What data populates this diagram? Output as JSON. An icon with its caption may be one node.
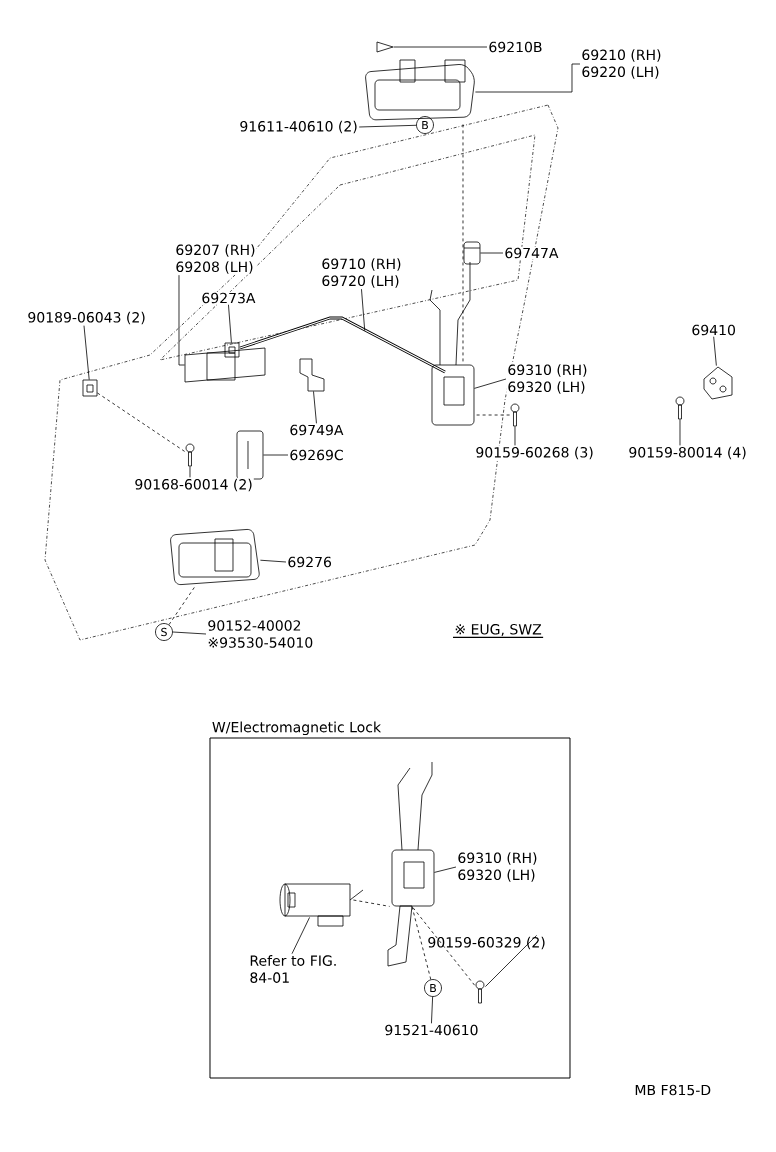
{
  "diagram": {
    "nodes": [
      {
        "text": [
          "69210B"
        ]
      },
      {
        "text": [],
        "shape": "picture"
      },
      {
        "text": [
          "69210 (RH)",
          "69220 (LH)"
        ]
      },
      {
        "text": [],
        "shape": "picture"
      },
      {
        "text": [
          "91611-40610 (2)"
        ]
      },
      {
        "text": [
          "B"
        ]
      },
      {
        "text": [
          "69207 (RH)",
          "69208 (LH)"
        ]
      },
      {
        "text": [],
        "shape": "picture"
      },
      {
        "text": [
          "69273A"
        ]
      },
      {
        "text": [],
        "shape": "picture"
      },
      {
        "text": [
          "69710 (RH)",
          "69720 (LH)"
        ]
      },
      {
        "text": [],
        "shape": "picture"
      },
      {
        "text": [
          "69747A"
        ]
      },
      {
        "text": [],
        "shape": "picture"
      },
      {
        "text": [
          "90189-06043 (2)"
        ]
      },
      {
        "text": [],
        "shape": "picture"
      },
      {
        "text": [
          "69749A"
        ]
      },
      {
        "text": [],
        "shape": "picture"
      },
      {
        "text": [
          "69269C"
        ]
      },
      {
        "text": [],
        "shape": "picture"
      },
      {
        "text": [
          "90168-60014 (2)"
        ]
      },
      {
        "text": [],
        "shape": "picture"
      },
      {
        "text": [
          "69310 (RH)",
          "69320 (LH)"
        ]
      },
      {
        "text": [],
        "shape": "picture"
      },
      {
        "text": [
          "90159-60268 (3)"
        ]
      },
      {
        "text": [],
        "shape": "picture"
      },
      {
        "text": [
          "69410"
        ]
      },
      {
        "text": [],
        "shape": "picture"
      },
      {
        "text": [
          "90159-80014 (4)"
        ]
      },
      {
        "text": [],
        "shape": "picture"
      },
      {
        "text": [
          "69276"
        ]
      },
      {
        "text": [],
        "shape": "picture"
      },
      {
        "text": [
          "S"
        ]
      },
      {
        "text": [
          "90152-40002",
          "※93530-54010"
        ]
      },
      {
        "text": [
          "W/Electromagnetic Lock"
        ]
      },
      {
        "text": [
          "69310 (RH)",
          "69320 (LH)"
        ],
        "in": 34
      },
      {
        "text": [],
        "shape": "picture",
        "in": 34
      },
      {
        "text": [
          "Refer to FIG. 84-01"
        ],
        "in": 34
      },
      {
        "text": [],
        "shape": "picture",
        "in": 34
      },
      {
        "text": [
          "90159-60329 (2)"
        ],
        "in": 34
      },
      {
        "text": [],
        "shape": "picture",
        "in": 34
      },
      {
        "text": [
          "B"
        ],
        "in": 34
      },
      {
        "text": [
          "91521-40610"
        ],
        "in": 34
      }
    ],
    "edges": [
      {
        "from": 0,
        "to": 1,
        "arrow": "none"
      },
      {
        "from": 2,
        "to": 3,
        "arrow": "none"
      },
      {
        "from": 4,
        "to": 5,
        "arrow": "none"
      },
      {
        "from": 6,
        "to": 7,
        "arrow": "none"
      },
      {
        "from": 8,
        "to": 9,
        "arrow": "none"
      },
      {
        "from": 10,
        "to": 11,
        "arrow": "none"
      },
      {
        "from": 12,
        "to": 13,
        "arrow": "none"
      },
      {
        "from": 14,
        "to": 15,
        "arrow": "none"
      },
      {
        "from": 16,
        "to": 17,
        "arrow": "none"
      },
      {
        "from": 18,
        "to": 19,
        "arrow": "none"
      },
      {
        "from": 20,
        "to": 21,
        "arrow": "none"
      },
      {
        "from": 22,
        "to": 23,
        "arrow": "none"
      },
      {
        "from": 24,
        "to": 25,
        "arrow": "none"
      },
      {
        "from": 26,
        "to": 27,
        "arrow": "none"
      },
      {
        "from": 28,
        "to": 29,
        "arrow": "none"
      },
      {
        "from": 30,
        "to": 31,
        "arrow": "none"
      },
      {
        "from": 32,
        "to": 33,
        "arrow": "none"
      },
      {
        "from": 35,
        "to": 36,
        "arrow": "none"
      },
      {
        "from": 37,
        "to": 38,
        "arrow": "none"
      },
      {
        "from": 39,
        "to": 40,
        "arrow": "none"
      },
      {
        "from": 42,
        "to": 41,
        "arrow": "none"
      },
      {
        "from": 3,
        "to": 23,
        "arrow": "none",
        "style": "dashed"
      },
      {
        "from": 15,
        "to": 21,
        "arrow": "none",
        "style": "dashed"
      },
      {
        "from": 32,
        "to": 31,
        "arrow": "none",
        "style": "dashed"
      },
      {
        "from": 25,
        "to": 23,
        "arrow": "none",
        "style": "dashed"
      },
      {
        "from": 38,
        "to": 36,
        "arrow": "none",
        "style": "dashed"
      },
      {
        "from": 40,
        "to": 36,
        "arrow": "none",
        "style": "dashed"
      },
      {
        "from": 41,
        "to": 36,
        "arrow": "none",
        "style": "dashed"
      }
    ],
    "labels": [
      "※ EUG, SWZ",
      "MB F815-D"
    ]
  }
}
